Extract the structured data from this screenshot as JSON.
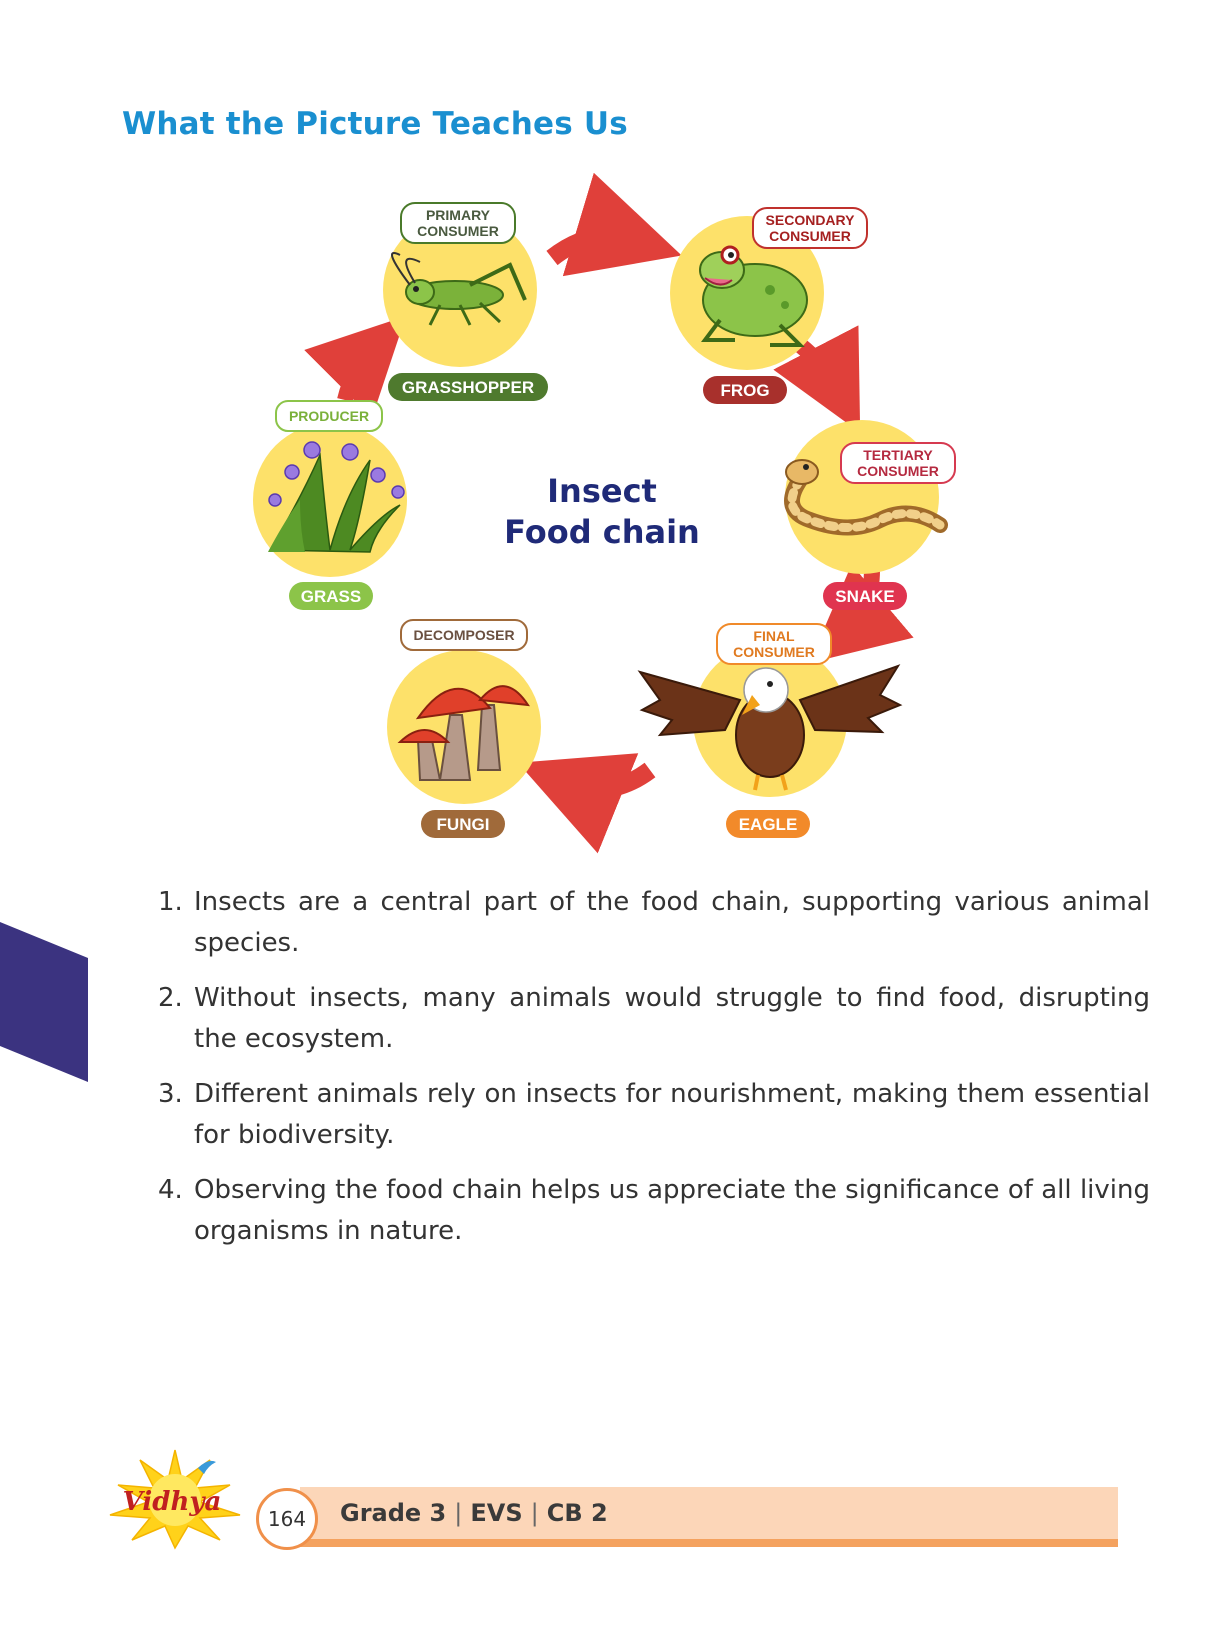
{
  "heading": "What the Picture Teaches Us",
  "diagram": {
    "center_title_line1": "Insect",
    "center_title_line2": "Food chain",
    "nodes": {
      "grasshopper": {
        "role": "PRIMARY CONSUMER",
        "role_line1": "PRIMARY",
        "role_line2": "CONSUMER",
        "name": "GRASSHOPPER"
      },
      "frog": {
        "role": "SECONDARY CONSUMER",
        "role_line1": "SECONDARY",
        "role_line2": "CONSUMER",
        "name": "FROG"
      },
      "snake": {
        "role": "TERTIARY CONSUMER",
        "role_line1": "TERTIARY",
        "role_line2": "CONSUMER",
        "name": "SNAKE"
      },
      "eagle": {
        "role": "FINAL CONSUMER",
        "role_line1": "FINAL",
        "role_line2": "CONSUMER",
        "name": "EAGLE"
      },
      "fungi": {
        "role": "DECOMPOSER",
        "role_line1": "DECOMPOSER",
        "name": "FUNGI"
      },
      "grass": {
        "role": "PRODUCER",
        "role_line1": "PRODUCER",
        "name": "GRASS"
      }
    }
  },
  "points": [
    {
      "num": "1.",
      "text": "Insects are a central part of the food chain, supporting various animal species."
    },
    {
      "num": "2.",
      "text": "Without insects, many animals would struggle to find food, disrupting the ecosystem."
    },
    {
      "num": "3.",
      "text": "Different animals rely on insects for nourishment, making them essential for biodiversity."
    },
    {
      "num": "4.",
      "text": "Observing the food chain helps us appreciate the significance of all living organisms in nature."
    }
  ],
  "footer": {
    "logo_text": "Vidhya",
    "page_number": "164",
    "grade": "Grade 3",
    "subject": "EVS",
    "book": "CB 2",
    "separator": "|"
  },
  "colors": {
    "heading": "#1a8fd0",
    "circle": "#fde16a",
    "arrow": "#e0403a",
    "center_title": "#1f2a78",
    "side_tab": "#3b3380"
  }
}
